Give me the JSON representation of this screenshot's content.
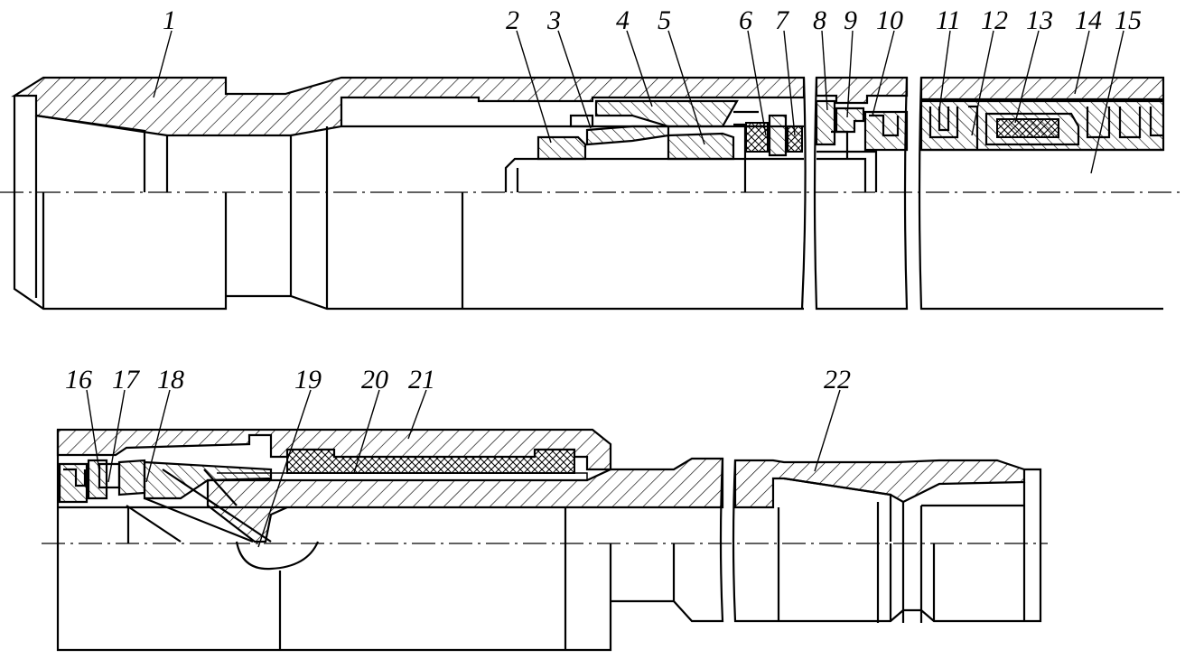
{
  "figure": {
    "upper_callouts": [
      "1",
      "2",
      "3",
      "4",
      "5",
      "6",
      "7",
      "8",
      "9",
      "10",
      "11",
      "12",
      "13",
      "14",
      "15"
    ],
    "lower_callouts": [
      "16",
      "17",
      "18",
      "19",
      "20",
      "21",
      "22"
    ]
  }
}
